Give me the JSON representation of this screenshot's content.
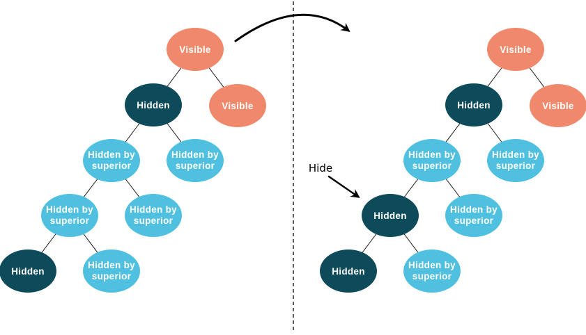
{
  "colors": {
    "visible": "#F0896B",
    "hidden": "#0D4A5A",
    "hidden_by_superior": "#4FC0DF",
    "edge": "#1a1a1a",
    "annotation_text": "#000000",
    "label_text": "#FFFFFF",
    "background": "#FFFFFF"
  },
  "annotation": {
    "hide_label": "Hide"
  },
  "trees": {
    "before": {
      "root": {
        "state": "visible",
        "lines": [
          "Visible"
        ]
      },
      "l": {
        "state": "hidden",
        "lines": [
          "Hidden"
        ]
      },
      "r": {
        "state": "visible",
        "lines": [
          "Visible"
        ]
      },
      "ll": {
        "state": "hidden_by_superior",
        "lines": [
          "Hidden by",
          "superior"
        ]
      },
      "lr": {
        "state": "hidden_by_superior",
        "lines": [
          "Hidden by",
          "superior"
        ]
      },
      "lll": {
        "state": "hidden_by_superior",
        "lines": [
          "Hidden by",
          "superior"
        ]
      },
      "llr": {
        "state": "hidden_by_superior",
        "lines": [
          "Hidden by",
          "superior"
        ]
      },
      "llll": {
        "state": "hidden",
        "lines": [
          "Hidden"
        ]
      },
      "lllr": {
        "state": "hidden_by_superior",
        "lines": [
          "Hidden by",
          "superior"
        ]
      }
    },
    "after": {
      "root": {
        "state": "visible",
        "lines": [
          "Visible"
        ]
      },
      "l": {
        "state": "hidden",
        "lines": [
          "Hidden"
        ]
      },
      "r": {
        "state": "visible",
        "lines": [
          "Visible"
        ]
      },
      "ll": {
        "state": "hidden_by_superior",
        "lines": [
          "Hidden by",
          "superior"
        ]
      },
      "lr": {
        "state": "hidden_by_superior",
        "lines": [
          "Hidden by",
          "superior"
        ]
      },
      "lll": {
        "state": "hidden",
        "lines": [
          "Hidden"
        ]
      },
      "llr": {
        "state": "hidden_by_superior",
        "lines": [
          "Hidden by",
          "superior"
        ]
      },
      "llll": {
        "state": "hidden",
        "lines": [
          "Hidden"
        ]
      },
      "lllr": {
        "state": "hidden_by_superior",
        "lines": [
          "Hidden by",
          "superior"
        ]
      }
    }
  }
}
